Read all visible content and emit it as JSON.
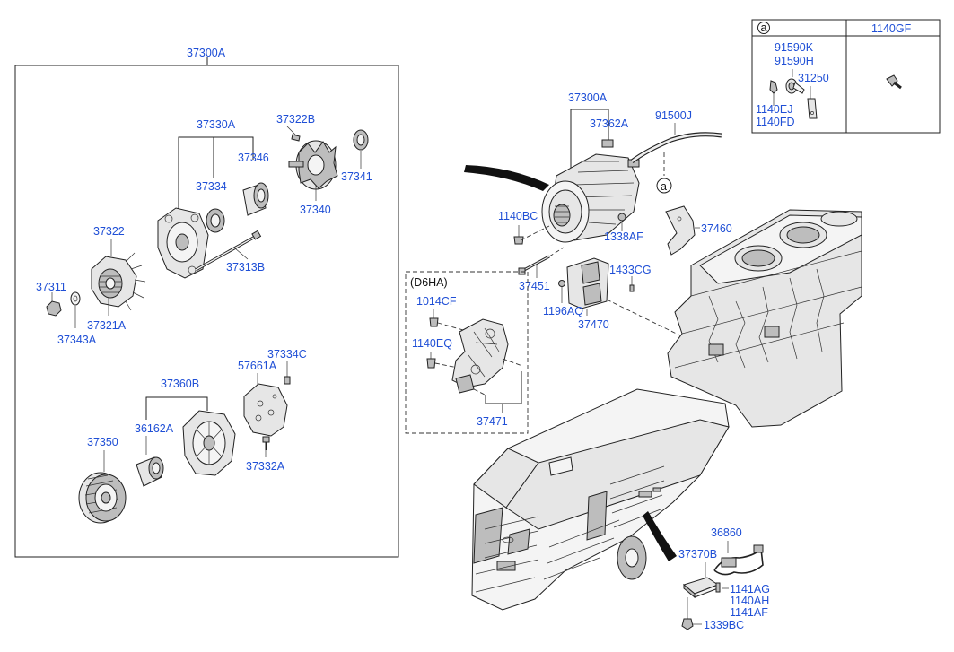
{
  "assembly": {
    "main_label": "37300A",
    "rotor_group_label": "37330A",
    "housing_group_label": "37360B"
  },
  "exploded_parts": {
    "p37322B": "37322B",
    "p37346": "37346",
    "p37334": "37334",
    "p37341": "37341",
    "p37340": "37340",
    "p37322": "37322",
    "p37313B": "37313B",
    "p37311": "37311",
    "p37321A": "37321A",
    "p37343A": "37343A",
    "p37334C": "37334C",
    "p57661A": "57661A",
    "p36162A": "36162A",
    "p37350": "37350",
    "p37332A": "37332A"
  },
  "engine_parts": {
    "p37300A": "37300A",
    "p37362A": "37362A",
    "p91500J": "91500J",
    "p1140BC": "1140BC",
    "p1338AF": "1338AF",
    "p37460": "37460",
    "p37451": "37451",
    "p1433CG": "1433CG",
    "p1196AQ": "1196AQ",
    "p37470": "37470",
    "ref_a": "a"
  },
  "d6ha": {
    "title": "(D6HA)",
    "p1014CF": "1014CF",
    "p1140EQ": "1140EQ",
    "p37471": "37471"
  },
  "bus_parts": {
    "p36860": "36860",
    "p37370B": "37370B",
    "p1141AG": "1141AG",
    "p1140AH": "1140AH",
    "p1141AF": "1141AF",
    "p1339BC": "1339BC"
  },
  "legend_table": {
    "col1_header": "a",
    "col2_header": "1140GF",
    "p91590K": "91590K",
    "p91590H": "91590H",
    "p31250": "31250",
    "p1140EJ": "1140EJ",
    "p1140FD": "1140FD"
  }
}
